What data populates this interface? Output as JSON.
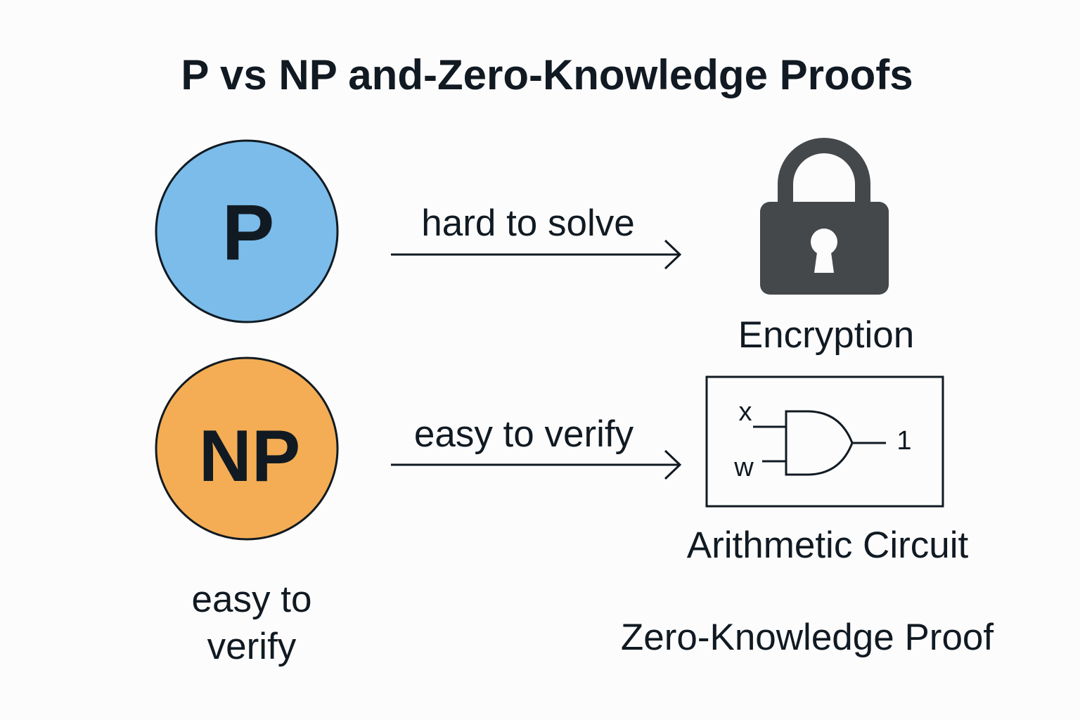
{
  "title": "P vs NP and-Zero-Knowledge Proofs",
  "circles": [
    {
      "label": "P",
      "color": "#7bbcea"
    },
    {
      "label": "NP",
      "color": "#f4ad54"
    }
  ],
  "arrows": [
    {
      "label": "hard to solve"
    },
    {
      "label": "easy to verify"
    }
  ],
  "np_caption": [
    "easy to",
    "verify"
  ],
  "lock": {
    "caption": "Encryption",
    "color": "#45484b"
  },
  "circuit": {
    "inputs": [
      "x",
      "w"
    ],
    "output": "1",
    "caption": "Arithmetic Circuit"
  },
  "footer_label": "Zero-Knowledge Proof"
}
